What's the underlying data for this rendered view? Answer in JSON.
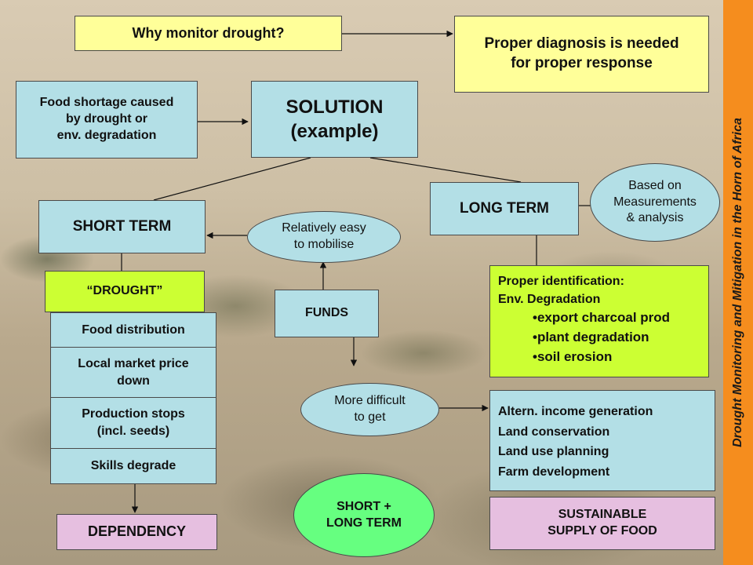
{
  "side_title": "Drought Monitoring and Mitigation in the Horn of Africa",
  "why": "Why monitor drought?",
  "diagnosis": "Proper diagnosis is needed\nfor proper response",
  "food_shortage": "Food shortage caused\nby drought or\nenv. degradation",
  "solution": "SOLUTION\n(example)",
  "short_term": "SHORT TERM",
  "long_term": "LONG TERM",
  "based_on": "Based on\nMeasurements\n& analysis",
  "easy": "Relatively easy\nto mobilise",
  "drought": "“DROUGHT”",
  "funds": "FUNDS",
  "short_chain": [
    "Food distribution",
    "Local market price\ndown",
    "Production stops\n(incl. seeds)",
    "Skills degrade"
  ],
  "dependency": "DEPENDENCY",
  "difficult": "More difficult\nto get",
  "identification": {
    "heading": "Proper identification:",
    "subheading": "Env. Degradation",
    "bullets": [
      "•export charcoal prod",
      "•plant degradation",
      "•soil erosion"
    ]
  },
  "alternatives": [
    "Altern. income generation",
    "Land conservation",
    "Land use planning",
    "Farm development"
  ],
  "short_long": "SHORT +\nLONG TERM",
  "sustainable": "SUSTAINABLE\nSUPPLY OF FOOD"
}
